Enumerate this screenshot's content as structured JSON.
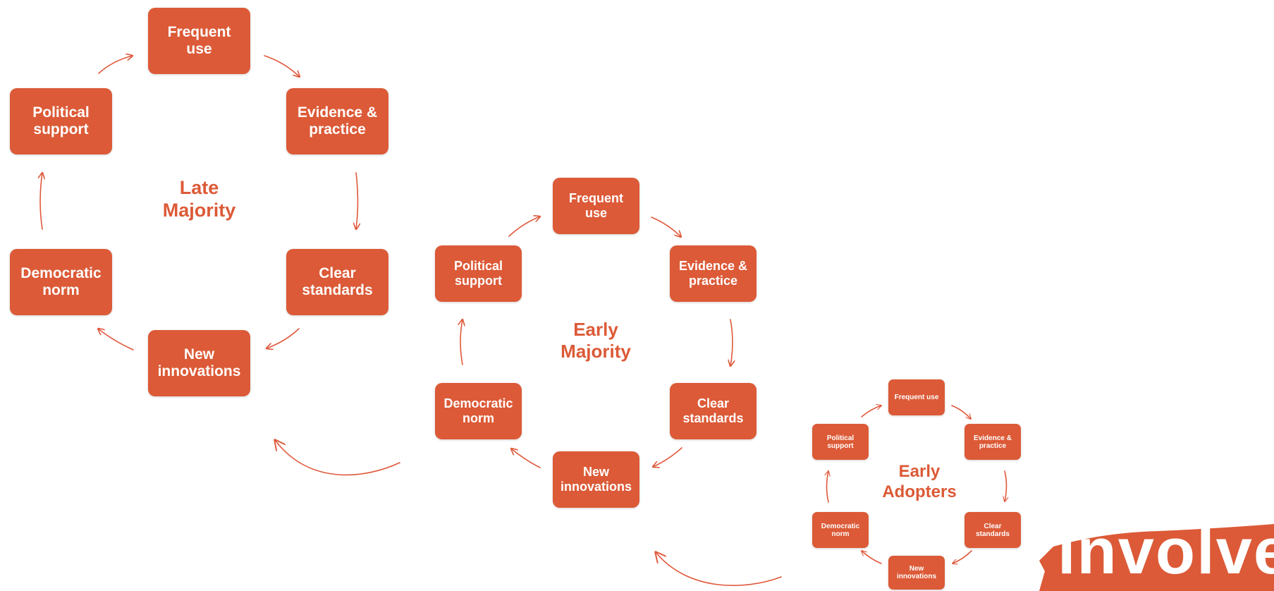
{
  "colors": {
    "accent": "#dc5a37",
    "arrow": "#e0583b",
    "background": "#ffffff"
  },
  "cycles": {
    "late_majority": {
      "label_line1": "Late",
      "label_line2": "Majority",
      "nodes": {
        "frequent_use": [
          "Frequent",
          "use"
        ],
        "evidence_practice": [
          "Evidence &",
          "practice"
        ],
        "clear_standards": [
          "Clear",
          "standards"
        ],
        "new_innovations": [
          "New",
          "innovations"
        ],
        "democratic_norm": [
          "Democratic",
          "norm"
        ],
        "political_support": [
          "Political",
          "support"
        ]
      }
    },
    "early_majority": {
      "label_line1": "Early",
      "label_line2": "Majority",
      "nodes": {
        "frequent_use": [
          "Frequent",
          "use"
        ],
        "evidence_practice": [
          "Evidence &",
          "practice"
        ],
        "clear_standards": [
          "Clear",
          "standards"
        ],
        "new_innovations": [
          "New",
          "innovations"
        ],
        "democratic_norm": [
          "Democratic",
          "norm"
        ],
        "political_support": [
          "Political",
          "support"
        ]
      }
    },
    "early_adopters": {
      "label_line1": "Early",
      "label_line2": "Adopters",
      "nodes": {
        "frequent_use": [
          "Frequent use"
        ],
        "evidence_practice": [
          "Evidence &",
          "practice"
        ],
        "clear_standards": [
          "Clear",
          "standards"
        ],
        "new_innovations": [
          "New",
          "innovations"
        ],
        "democratic_norm": [
          "Democratic",
          "norm"
        ],
        "political_support": [
          "Political",
          "support"
        ]
      }
    }
  },
  "logo": {
    "text": "involve"
  }
}
